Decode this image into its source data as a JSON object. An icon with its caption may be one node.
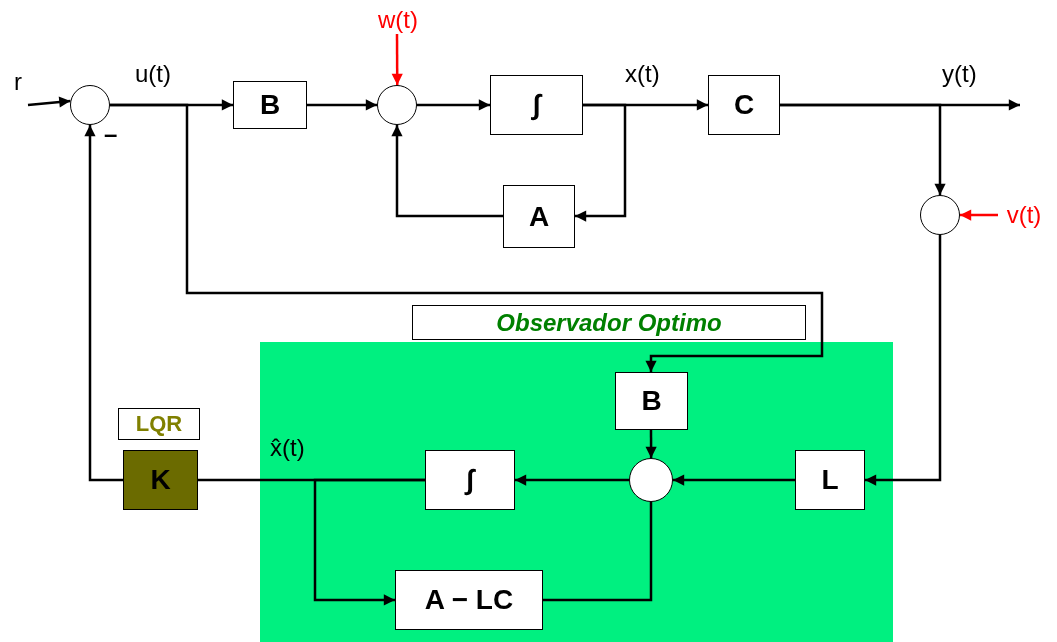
{
  "diagram": {
    "nodes": [
      {
        "text": [],
        "shape": "circle"
      },
      {
        "text": [
          "B"
        ]
      },
      {
        "text": [],
        "shape": "circle"
      },
      {
        "text": [
          "∫"
        ]
      },
      {
        "text": [
          "C"
        ]
      },
      {
        "text": [
          "A"
        ]
      },
      {
        "text": [],
        "shape": "circle"
      },
      {
        "text": [
          "Observador Optimo"
        ]
      },
      {
        "text": [],
        "shape": "box"
      },
      {
        "text": [
          "B"
        ],
        "in": 8
      },
      {
        "text": [
          "LQR"
        ]
      },
      {
        "text": [
          "K"
        ]
      },
      {
        "text": [
          "∫"
        ],
        "in": 8
      },
      {
        "text": [],
        "shape": "circle",
        "in": 8
      },
      {
        "text": [
          "L"
        ],
        "in": 8
      },
      {
        "text": [
          "A − LC"
        ],
        "in": 8
      },
      {
        "text": [
          "r"
        ]
      },
      {
        "text": [
          "w(t)"
        ]
      },
      {
        "text": [
          "v(t)"
        ]
      }
    ],
    "edges": [
      {
        "from": 16,
        "to": 0,
        "arrow": "to"
      },
      {
        "from": 0,
        "to": 1,
        "arrow": "to"
      },
      {
        "from": 1,
        "to": 2,
        "arrow": "to"
      },
      {
        "from": 2,
        "to": 3,
        "arrow": "to"
      },
      {
        "from": 3,
        "to": 4,
        "arrow": "to"
      },
      {
        "from": 3,
        "to": 5,
        "arrow": "to"
      },
      {
        "from": 5,
        "to": 2,
        "arrow": "to"
      },
      {
        "from": 17,
        "to": 2,
        "arrow": "to",
        "color": "#ff0000"
      },
      {
        "from": 4,
        "to": null,
        "arrow": "to"
      },
      {
        "from": 4,
        "to": 6,
        "arrow": "to"
      },
      {
        "from": 18,
        "to": 6,
        "arrow": "to",
        "color": "#ff0000"
      },
      {
        "from": 0,
        "to": 9,
        "arrow": "to"
      },
      {
        "from": 6,
        "to": 14,
        "arrow": "to"
      },
      {
        "from": 14,
        "to": 13,
        "arrow": "to"
      },
      {
        "from": 9,
        "to": 13,
        "arrow": "to"
      },
      {
        "from": 13,
        "to": 12,
        "arrow": "to"
      },
      {
        "from": 15,
        "to": 13,
        "arrow": "none"
      },
      {
        "from": 12,
        "to": 11,
        "arrow": "none"
      },
      {
        "from": 12,
        "to": 15,
        "arrow": "to"
      },
      {
        "from": 11,
        "to": 0,
        "arrow": "to"
      }
    ],
    "labels": [
      "u(t)",
      "x(t)",
      "y(t)",
      "x̂(t)",
      "–"
    ]
  }
}
